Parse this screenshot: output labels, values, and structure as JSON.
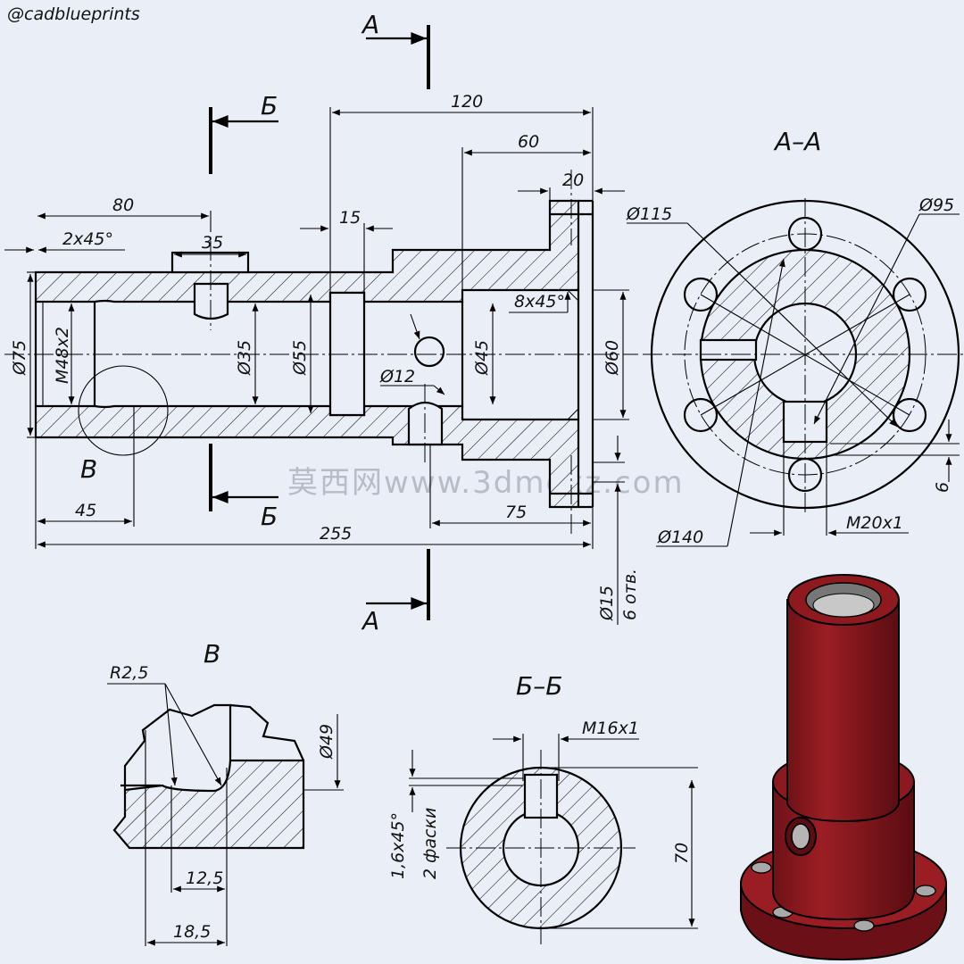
{
  "watermark_top": "@cadblueprints",
  "watermark_center": "莫西网www.3dmoxz.com",
  "section_labels": {
    "a_top": "А",
    "a_bottom": "А",
    "b_top": "Б",
    "b_bottom": "Б",
    "aa_title": "А–А",
    "bb_title": "Б–Б",
    "v_callout": "В",
    "v_title": "В"
  },
  "main_view": {
    "dim_120": "120",
    "dim_60": "60",
    "dim_20": "20",
    "dim_80": "80",
    "dim_chamfer": "2x45°",
    "dim_35": "35",
    "dim_15": "15",
    "dim_8x45": "8x45°",
    "dim_d75": "Ø75",
    "dim_m48": "M48x2",
    "dim_d35": "Ø35",
    "dim_d55": "Ø55",
    "dim_d12": "Ø12",
    "dim_d45": "Ø45",
    "dim_d60": "Ø60",
    "dim_45": "45",
    "dim_75": "75",
    "dim_255": "255",
    "dim_d15": "Ø15",
    "dim_6holes": "6 отв."
  },
  "view_aa": {
    "dim_d115": "Ø115",
    "dim_d95": "Ø95",
    "dim_d140": "Ø140",
    "dim_m20": "M20x1",
    "dim_6": "6"
  },
  "detail_v": {
    "dim_r25": "R2,5",
    "dim_d49": "Ø49",
    "dim_125": "12,5",
    "dim_185": "18,5"
  },
  "view_bb": {
    "dim_m16": "M16x1",
    "dim_70": "70",
    "dim_chamfer": "1,6x45°",
    "dim_chamfer_note": "2 фаски"
  },
  "colors": {
    "background": "#e9eef7",
    "part_red": "#8e1a1f",
    "part_red_dark": "#5a0d12",
    "line": "#000000"
  },
  "icons": {
    "iso_view": "red-flanged-bushing-3d"
  }
}
